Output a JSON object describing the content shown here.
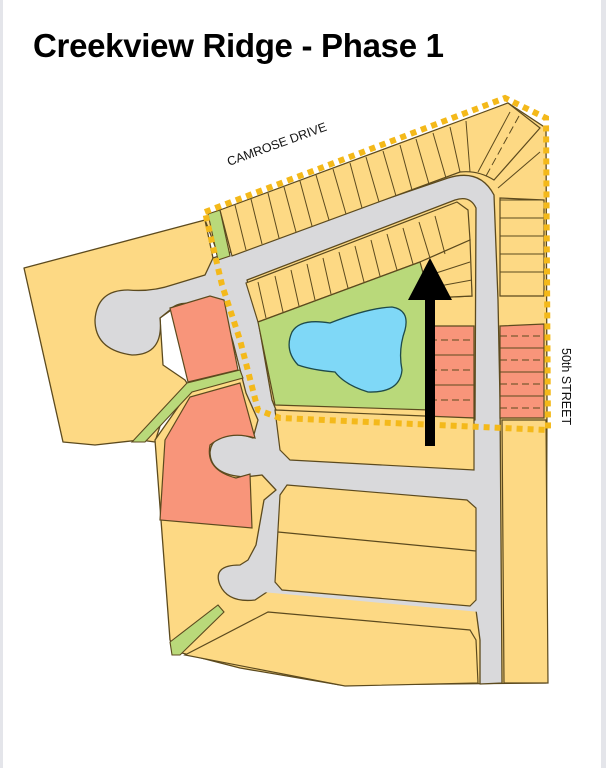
{
  "title": "Creekview Ridge - Phase 1",
  "labels": {
    "north_street": "CAMROSE DRIVE",
    "east_street": "50th STREET"
  },
  "legend_colors": {
    "residential_lot": "#fdd984",
    "commercial_multifamily": "#f8957a",
    "green_space": "#b9d97a",
    "pond": "#7fd8f7",
    "road": "#d9d9db",
    "phase_boundary": "#f4b91a",
    "lot_outline": "#5c4a1e",
    "arrow": "#000000"
  },
  "annotations": {
    "phase_boundary": "Phase 1 boundary (dashed yellow)",
    "arrow": "North-pointing arrow toward Phase 1"
  }
}
